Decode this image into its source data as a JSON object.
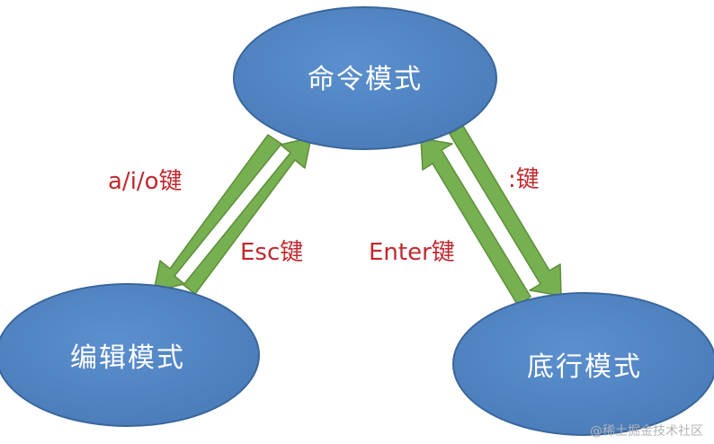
{
  "nodes": {
    "command": {
      "label": "命令模式"
    },
    "edit": {
      "label": "编辑模式"
    },
    "bottom": {
      "label": "底行模式"
    }
  },
  "edges": {
    "command_to_edit": {
      "label": "a/i/o键"
    },
    "edit_to_command": {
      "label": "Esc键"
    },
    "command_to_bottom": {
      "label": ":键"
    },
    "bottom_to_command": {
      "label": "Enter键"
    }
  },
  "watermark": "@稀土掘金技术社区",
  "colors": {
    "node_fill": "#4f81bd",
    "node_stroke": "#3a669c",
    "arrow_fill": "#77b050",
    "arrow_stroke": "#5d8f3a",
    "label_text": "#c0282e",
    "node_text": "#ffffff"
  }
}
